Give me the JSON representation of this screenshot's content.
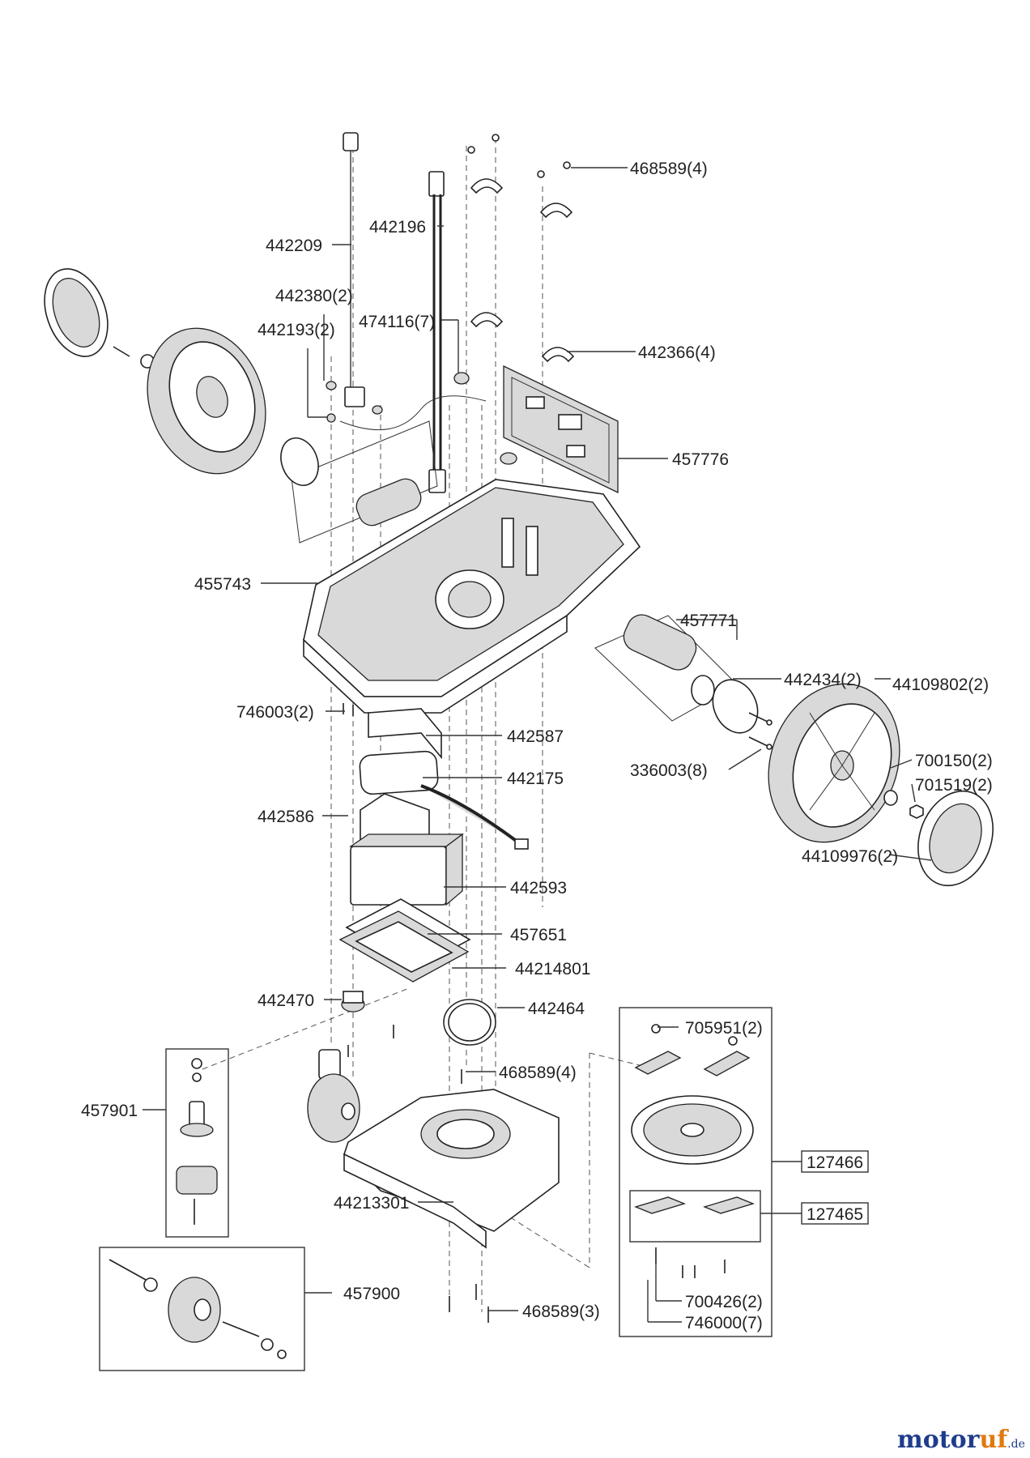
{
  "labels": {
    "p468589_4_top": "468589(4)",
    "p442196": "442196",
    "p442209": "442209",
    "p442380": "442380(2)",
    "p474116": "474116(7)",
    "p442193": "442193(2)",
    "p442366": "442366(4)",
    "p457776": "457776",
    "p455743": "455743",
    "p457771": "457771",
    "p442434": "442434(2)",
    "p44109802": "44109802(2)",
    "p746003": "746003(2)",
    "p442587": "442587",
    "p442175": "442175",
    "p336003": "336003(8)",
    "p700150": "700150(2)",
    "p701519": "701519(2)",
    "p442586": "442586",
    "p44109976": "44109976(2)",
    "p442593": "442593",
    "p457651": "457651",
    "p44214801": "44214801",
    "p442470": "442470",
    "p442464": "442464",
    "p705951": "705951(2)",
    "p468589_4_mid": "468589(4)",
    "p457901": "457901",
    "p127466": "127466",
    "p127465": "127465",
    "p44213301": "44213301",
    "p457900": "457900",
    "p700426": "700426(2)",
    "p468589_3": "468589(3)",
    "p746000": "746000(7)"
  },
  "watermark": {
    "brand_a": "motor",
    "brand_b": "uf",
    "brand_a_color": "#1f3c8c",
    "brand_b_color": "#e07a10",
    "suffix": ".de"
  }
}
